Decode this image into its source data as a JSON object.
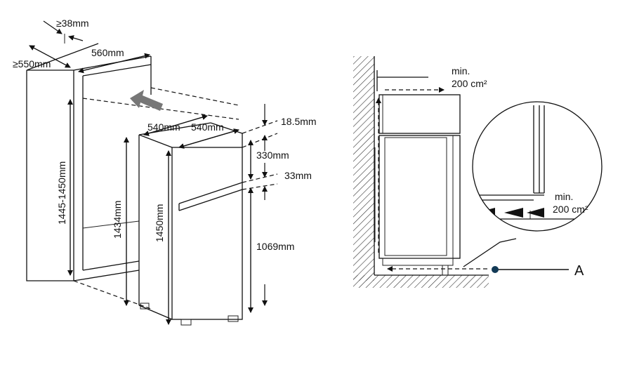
{
  "left_diagram": {
    "dims": {
      "gap_38": "≥38mm",
      "width_560": "560mm",
      "depth_550": "≥550mm",
      "width_540_a": "540mm",
      "width_540_b": "540mm",
      "top_gap": "18.5mm",
      "upper_door": "330mm",
      "mid_gap": "33mm",
      "lower_door": "1069mm",
      "niche_height": "1445-1450mm",
      "body_height": "1434mm",
      "door_height": "1450mm"
    }
  },
  "right_diagram": {
    "top_vent": [
      "min.",
      "200 cm²"
    ],
    "zoom_vent": [
      "min.",
      "200 cm²"
    ],
    "callout": "A"
  }
}
